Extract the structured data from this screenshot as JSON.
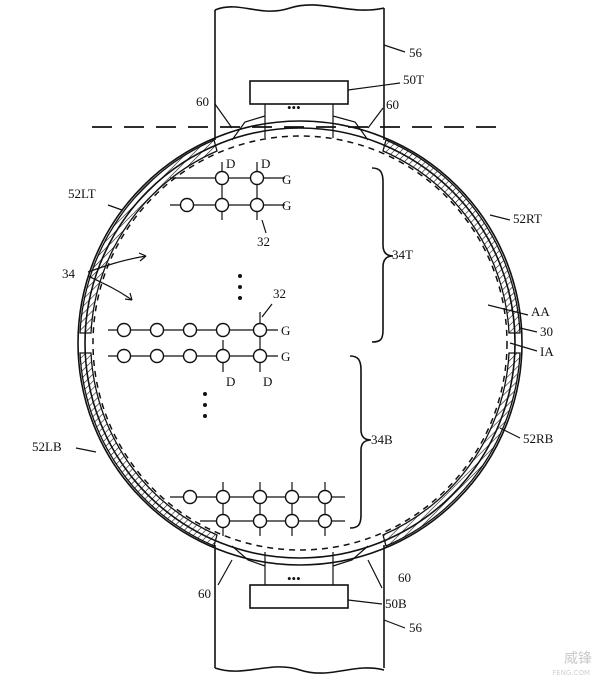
{
  "labels": {
    "strap": "56",
    "conn_top": "50T",
    "conn_bottom": "50B",
    "tab": "60",
    "left_top": "52LT",
    "right_top": "52RT",
    "left_bottom": "52LB",
    "right_bottom": "52RB",
    "active_area": "AA",
    "housing": "30",
    "inactive_area": "IA",
    "group": "34",
    "group_top": "34T",
    "group_bottom": "34B",
    "pixel": "32",
    "data_line": "D",
    "gate_line": "G",
    "ellipsis": "•••"
  },
  "watermark": {
    "text": "威锋",
    "sub": "FENG.COM"
  }
}
